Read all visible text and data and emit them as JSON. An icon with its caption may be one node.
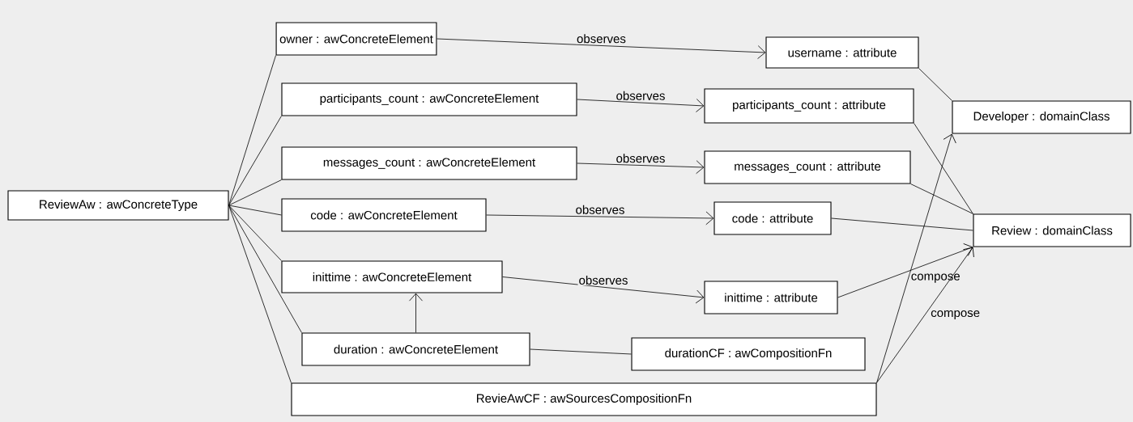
{
  "diagram": {
    "nodes": [
      {
        "text": [
          "ReviewAw : awConcreteType"
        ]
      },
      {
        "text": [
          "owner : awConcreteElement"
        ]
      },
      {
        "text": [
          "participants_count : awConcreteElement"
        ]
      },
      {
        "text": [
          "messages_count : awConcreteElement"
        ]
      },
      {
        "text": [
          "code : awConcreteElement"
        ]
      },
      {
        "text": [
          "inittime : awConcreteElement"
        ]
      },
      {
        "text": [
          "duration : awConcreteElement"
        ]
      },
      {
        "text": [
          "RevieAwCF : awSourcesCompositionFn"
        ]
      },
      {
        "text": [
          "username : attribute"
        ]
      },
      {
        "text": [
          "participants_count : attribute"
        ]
      },
      {
        "text": [
          "messages_count : attribute"
        ]
      },
      {
        "text": [
          "code : attribute"
        ]
      },
      {
        "text": [
          "inittime : attribute"
        ]
      },
      {
        "text": [
          "durationCF : awCompositionFn"
        ]
      },
      {
        "text": [
          "Developer : domainClass"
        ]
      },
      {
        "text": [
          "Review : domainClass"
        ]
      }
    ],
    "edges": [
      {
        "from": 0,
        "to": 1,
        "arrow": "none"
      },
      {
        "from": 0,
        "to": 2,
        "arrow": "none"
      },
      {
        "from": 0,
        "to": 3,
        "arrow": "none"
      },
      {
        "from": 0,
        "to": 4,
        "arrow": "none"
      },
      {
        "from": 0,
        "to": 5,
        "arrow": "none"
      },
      {
        "from": 0,
        "to": 6,
        "arrow": "none"
      },
      {
        "from": 0,
        "to": 7,
        "arrow": "none"
      },
      {
        "from": 1,
        "to": 8,
        "arrow": "to",
        "label": "observes"
      },
      {
        "from": 2,
        "to": 9,
        "arrow": "to",
        "label": "observes"
      },
      {
        "from": 3,
        "to": 10,
        "arrow": "to",
        "label": "observes"
      },
      {
        "from": 4,
        "to": 11,
        "arrow": "to",
        "label": "observes"
      },
      {
        "from": 5,
        "to": 12,
        "arrow": "to",
        "label": "observes"
      },
      {
        "from": 6,
        "to": 5,
        "arrow": "to"
      },
      {
        "from": 6,
        "to": 13,
        "arrow": "none"
      },
      {
        "from": 8,
        "to": 14,
        "arrow": "none"
      },
      {
        "from": 9,
        "to": 15,
        "arrow": "none"
      },
      {
        "from": 10,
        "to": 15,
        "arrow": "none"
      },
      {
        "from": 11,
        "to": 15,
        "arrow": "none"
      },
      {
        "from": 12,
        "to": 15,
        "arrow": "to"
      },
      {
        "from": 7,
        "to": 14,
        "arrow": "to",
        "label": "compose"
      },
      {
        "from": 7,
        "to": 15,
        "arrow": "to",
        "label": "compose"
      }
    ]
  }
}
